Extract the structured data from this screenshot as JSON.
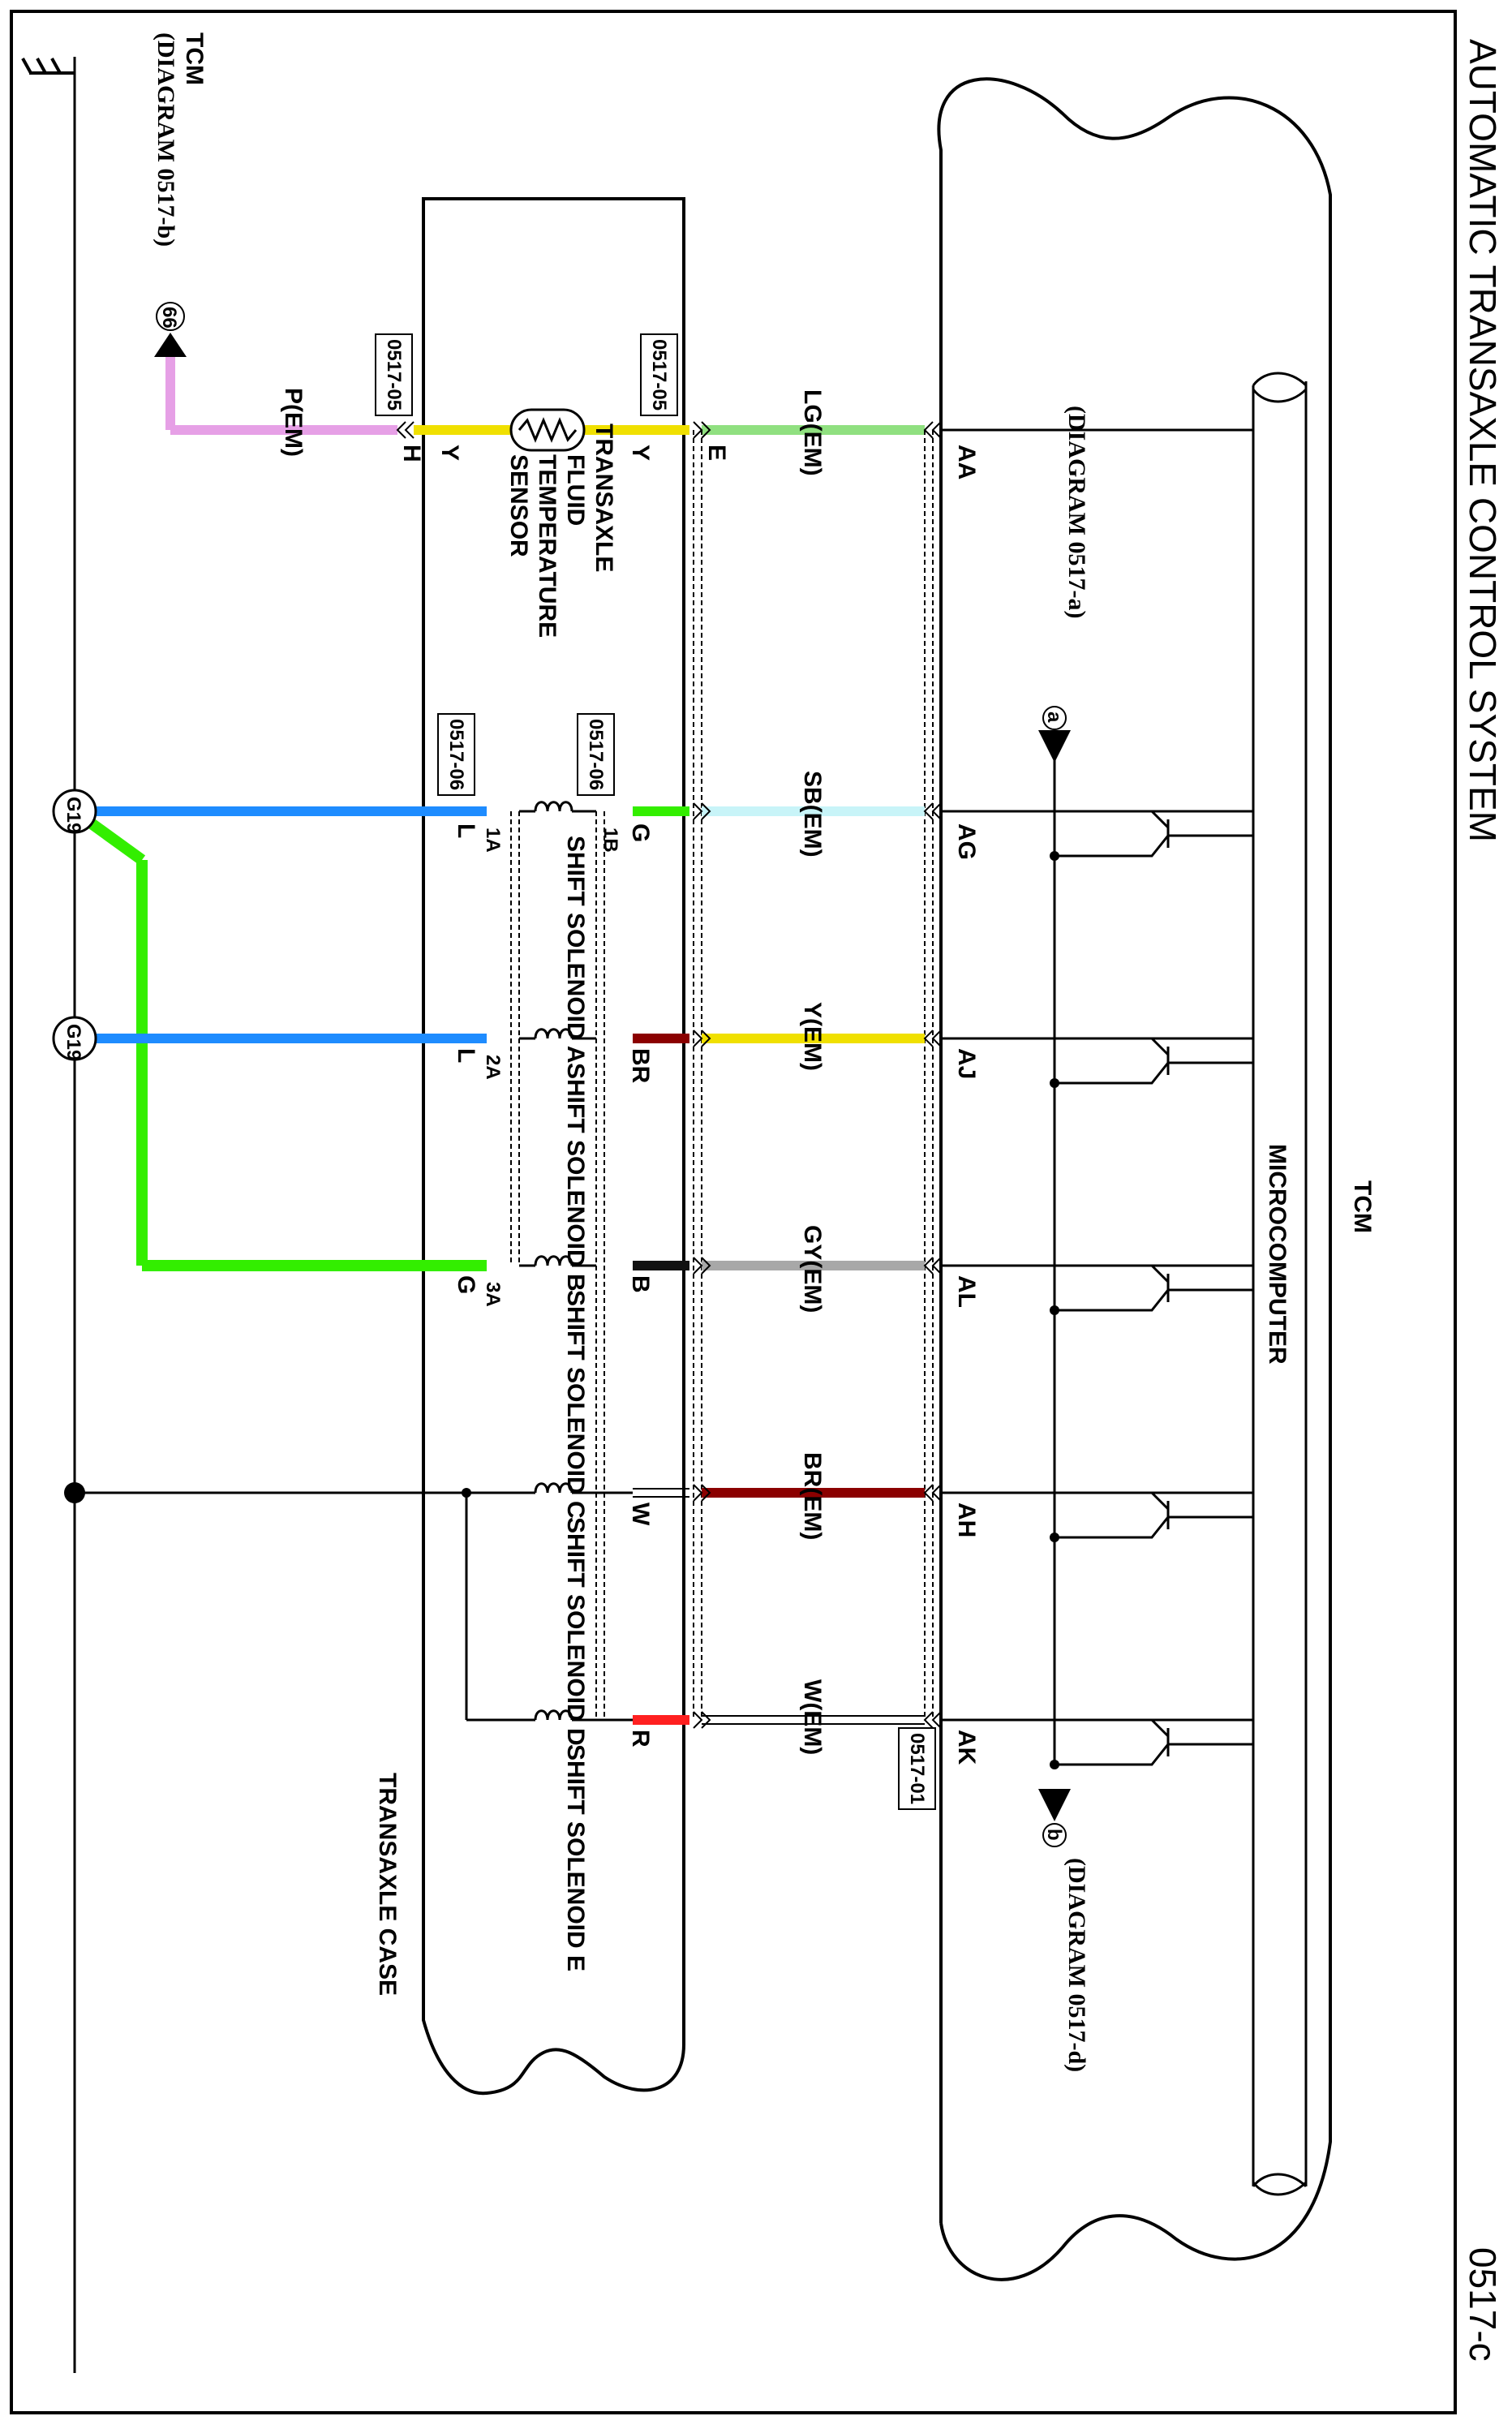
{
  "title": "AUTOMATIC TRANSAXLE CONTROL SYSTEM",
  "page_code": "0517-c",
  "tcm_label": "TCM",
  "microcomputer_label": "MICROCOMPUTER",
  "transaxle_case_label": "TRANSAXLE CASE",
  "ground_ref": {
    "line1": "TCM",
    "line2": "(DIAGRAM 0517-b)",
    "node": "66",
    "wire": "P(EM)",
    "pin": "H",
    "conn": "0517-05"
  },
  "sensor": {
    "line1": "TRANSAXLE",
    "line2": "FLUID",
    "line3": "TEMPERATURE",
    "line4": "SENSOR",
    "pin_left": "Y",
    "pin_right": "Y"
  },
  "ref_a": {
    "node": "a",
    "text": "(DIAGRAM 0517-a)"
  },
  "ref_b": {
    "node": "b",
    "text": "(DIAGRAM 0517-d)"
  },
  "ground_node_label": "G19",
  "connectors": {
    "c05": "0517-05",
    "c06": "0517-06",
    "c01": "0517-01"
  },
  "circuits": [
    {
      "tcm_pin": "AA",
      "harness_wire": "LG(EM)",
      "case_pin": "E",
      "case_wire": "Y",
      "colors": {
        "harness": "#90e080",
        "case": "#f0e000"
      }
    },
    {
      "tcm_pin": "AG",
      "harness_wire": "SB(EM)",
      "case_pin": "G",
      "sol_pin_right": "1B",
      "sol_pin_left": "1A",
      "left_wire": "L",
      "solenoid": "SHIFT SOLENOID A",
      "colors": {
        "harness": "#c8f4f8",
        "case": "#33ee00",
        "left": "#1e8cff"
      }
    },
    {
      "tcm_pin": "AJ",
      "harness_wire": "Y(EM)",
      "case_pin": "BR",
      "sol_pin_left": "2A",
      "left_wire": "L",
      "solenoid": "SHIFT SOLENOID B",
      "colors": {
        "harness": "#f0e000",
        "case": "#8b0000",
        "left": "#1e8cff"
      }
    },
    {
      "tcm_pin": "AL",
      "harness_wire": "GY(EM)",
      "case_pin": "B",
      "sol_pin_left": "3A",
      "left_wire": "G",
      "solenoid": "SHIFT SOLENOID C",
      "colors": {
        "harness": "#a8a8a8",
        "case": "#111111",
        "left": "#33ee00"
      }
    },
    {
      "tcm_pin": "AH",
      "harness_wire": "BR(EM)",
      "case_pin": "W",
      "solenoid": "SHIFT SOLENOID D",
      "colors": {
        "harness": "#8b0000",
        "case": "#ffffff"
      }
    },
    {
      "tcm_pin": "AK",
      "harness_wire": "W(EM)",
      "case_pin": "R",
      "solenoid": "SHIFT SOLENOID E",
      "colors": {
        "harness": "#ffffff",
        "case": "#ff2020"
      }
    }
  ]
}
